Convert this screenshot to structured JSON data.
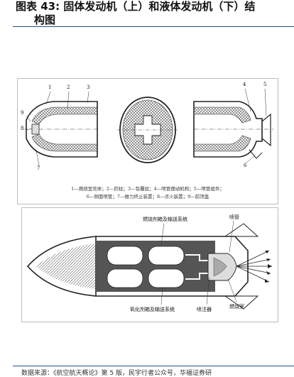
{
  "title": {
    "line1": "图表 43:  固体发动机（上）和液体发动机（下）结",
    "line2": "构图"
  },
  "figure_top": {
    "numbers": [
      "1",
      "2",
      "3",
      "4",
      "5",
      "9",
      "8",
      "7",
      "6"
    ],
    "legend_line1": "1—燃烧室壳体；2—药柱；3—包覆层；4—喷管摆动机构；5—喷管组件；",
    "legend_line2": "6—侧面喷管；7—推力终止装置；8—点火装置；9—前顶盖"
  },
  "figure_bottom": {
    "label_tank_top": "燃烧剂箱及输送系统",
    "label_nozzle": "喷管",
    "label_tank_bottom": "氧化剂箱及输送系统",
    "label_injector": "喷注器",
    "label_chamber": "燃烧室"
  },
  "source": "数据来源：《航空航天概论》第 5 版，民宇行者公众号，华福证券研"
}
